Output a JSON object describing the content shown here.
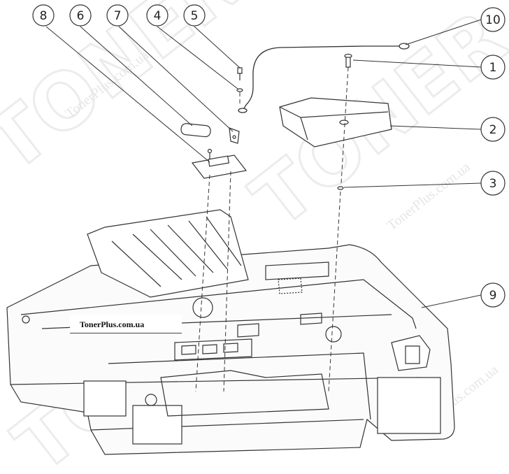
{
  "watermark": {
    "brand": "TONER",
    "site": "TonerPlus.com.ua"
  },
  "caption": "TonerPlus.com.ua",
  "callouts": [
    {
      "id": "callout-8",
      "label": "8"
    },
    {
      "id": "callout-6",
      "label": "6"
    },
    {
      "id": "callout-7",
      "label": "7"
    },
    {
      "id": "callout-4",
      "label": "4"
    },
    {
      "id": "callout-5",
      "label": "5"
    },
    {
      "id": "callout-10",
      "label": "10"
    },
    {
      "id": "callout-1",
      "label": "1"
    },
    {
      "id": "callout-2",
      "label": "2"
    },
    {
      "id": "callout-3",
      "label": "3"
    },
    {
      "id": "callout-9",
      "label": "9"
    }
  ]
}
